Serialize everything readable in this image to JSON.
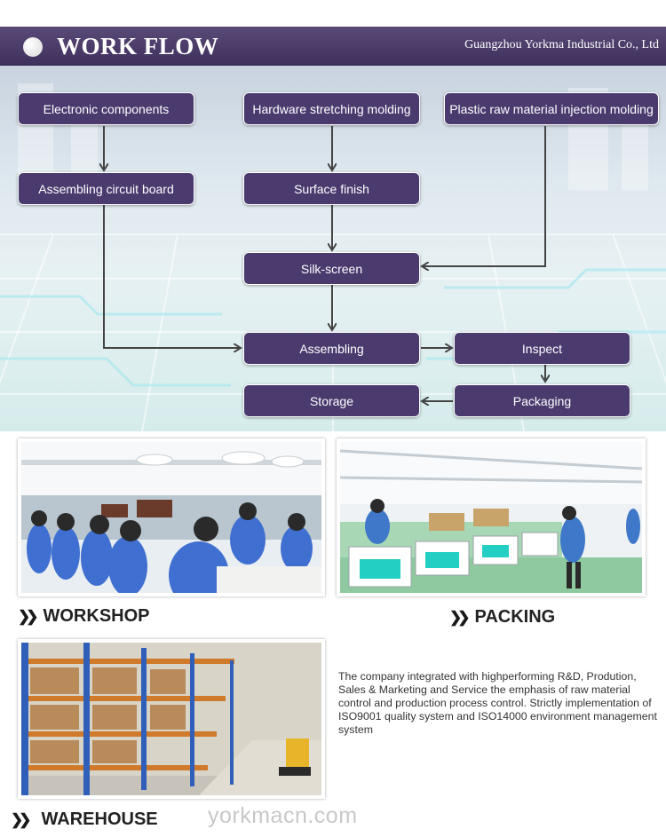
{
  "header": {
    "title": "WORK FLOW",
    "company": "Guangzhou Yorkma Industrial Co., Ltd"
  },
  "flow": {
    "electronic_components": "Electronic components",
    "hardware_stretching": "Hardware stretching molding",
    "plastic_injection": "Plastic raw material injection molding",
    "assembling_circuit": "Assembling circuit board",
    "surface_finish": "Surface finish",
    "silk_screen": "Silk-screen",
    "assembling": "Assembling",
    "inspect": "Inspect",
    "storage": "Storage",
    "packaging": "Packaging"
  },
  "gallery": {
    "workshop_label": "WORKSHOP",
    "packing_label": "PACKING",
    "warehouse_label": "WAREHOUSE"
  },
  "description": "The company integrated with highperforming R&D, Prodution, Sales & Marketing and Service the emphasis of raw material control and production process control. Strictly implementation of ISO9001 quality system and ISO14000 environment management system",
  "watermark": "yorkmacn.com",
  "colors": {
    "header_bg": "#45365f",
    "box_bg": "#4a3a6e",
    "arrow": "#444444"
  }
}
